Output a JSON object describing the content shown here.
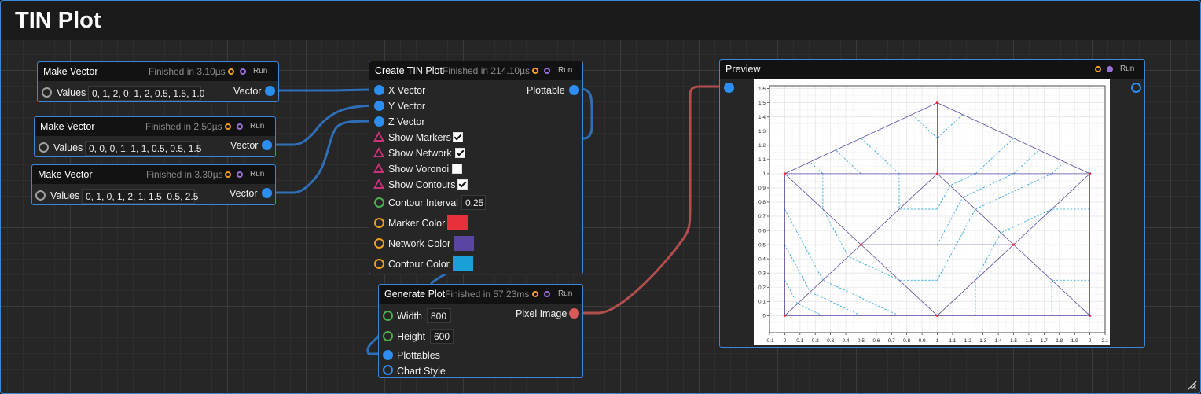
{
  "app": {
    "title": "TIN Plot"
  },
  "nodes": {
    "vec1": {
      "title": "Make Vector",
      "status": "Finished in 3.10µs",
      "run": "Run",
      "values_label": "Values",
      "values": "0, 1, 2, 0, 1, 2, 0.5, 1.5, 1.0",
      "output_label": "Vector"
    },
    "vec2": {
      "title": "Make Vector",
      "status": "Finished in 2.50µs",
      "run": "Run",
      "values_label": "Values",
      "values": "0, 0, 0, 1, 1, 1, 0.5, 0.5, 1.5",
      "output_label": "Vector"
    },
    "vec3": {
      "title": "Make Vector",
      "status": "Finished in 3.30µs",
      "run": "Run",
      "values_label": "Values",
      "values": "0, 1, 0, 1, 2, 1, 1.5, 0.5, 2.5",
      "output_label": "Vector"
    },
    "tin": {
      "title": "Create TIN Plot",
      "status": "Finished in 214.10µs",
      "run": "Run",
      "output_label": "Plottable",
      "x_vector": "X Vector",
      "y_vector": "Y Vector",
      "z_vector": "Z Vector",
      "show_markers": "Show Markers",
      "show_network": "Show Network",
      "show_voronoi": "Show Voronoi",
      "show_contours": "Show Contours",
      "contour_interval_label": "Contour Interval",
      "contour_interval": "0.25",
      "marker_color_label": "Marker Color",
      "network_color_label": "Network Color",
      "contour_color_label": "Contour Color",
      "marker_color": "#e8303c",
      "network_color": "#5a45a0",
      "contour_color": "#1aa0d8",
      "checks": {
        "markers": true,
        "network": true,
        "voronoi": false,
        "contours": true
      }
    },
    "gen": {
      "title": "Generate Plot",
      "status": "Finished in 57.23ms",
      "run": "Run",
      "width_label": "Width",
      "width": "800",
      "height_label": "Height",
      "height": "600",
      "plottables_label": "Plottables",
      "chart_style_label": "Chart Style",
      "output_label": "Pixel Image"
    },
    "preview": {
      "title": "Preview",
      "run": "Run"
    }
  },
  "plot": {
    "x_ticks": [
      "-0.1",
      "0",
      "0.1",
      "0.2",
      "0.3",
      "0.4",
      "0.5",
      "0.6",
      "0.7",
      "0.8",
      "0.9",
      "1",
      "1.1",
      "1.2",
      "1.3",
      "1.4",
      "1.5",
      "1.6",
      "1.7",
      "1.8",
      "1.9",
      "2",
      "2.1"
    ],
    "y_ticks": [
      "0",
      "0.1",
      "0.2",
      "0.3",
      "0.4",
      "0.5",
      "0.6",
      "0.7",
      "0.8",
      "0.9",
      "1",
      "1.1",
      "1.2",
      "1.3",
      "1.4",
      "1.5",
      "1.6"
    ],
    "points": [
      [
        0,
        0
      ],
      [
        1,
        0
      ],
      [
        2,
        0
      ],
      [
        0,
        1
      ],
      [
        1,
        1
      ],
      [
        2,
        1
      ],
      [
        0.5,
        0.5
      ],
      [
        1.5,
        0.5
      ],
      [
        1,
        1.5
      ]
    ],
    "edges": [
      [
        0,
        3
      ],
      [
        0,
        6
      ],
      [
        0,
        1
      ],
      [
        1,
        6
      ],
      [
        1,
        7
      ],
      [
        1,
        2
      ],
      [
        2,
        7
      ],
      [
        2,
        5
      ],
      [
        3,
        6
      ],
      [
        3,
        4
      ],
      [
        4,
        6
      ],
      [
        4,
        7
      ],
      [
        4,
        5
      ],
      [
        5,
        7
      ],
      [
        6,
        7
      ],
      [
        3,
        8
      ],
      [
        4,
        8
      ],
      [
        5,
        8
      ]
    ],
    "z_values": [
      0,
      1,
      0,
      1,
      2,
      1,
      1.5,
      0.5,
      2.5
    ],
    "colors": {
      "marker": "#e8303c",
      "network": "#5a45a0",
      "contour": "#1aa0d8",
      "grid": "#e6e6e6"
    }
  }
}
